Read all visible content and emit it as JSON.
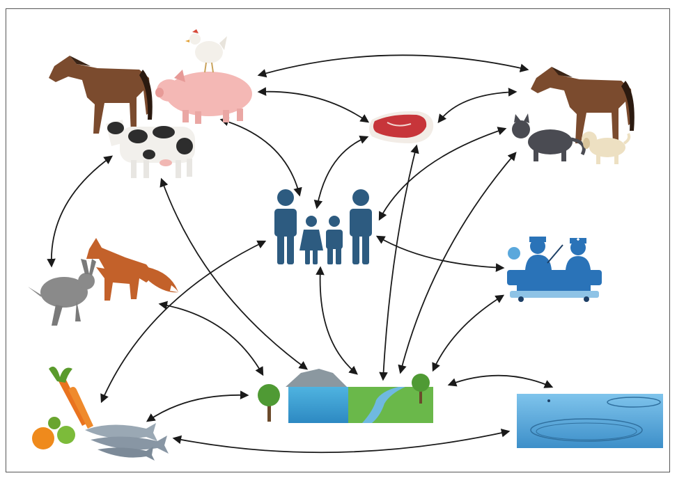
{
  "diagram": {
    "style": "one-health-interconnection",
    "arrow_color": "#1a1a1a",
    "nodes": [
      {
        "id": "livestock",
        "icon": "livestock-icon"
      },
      {
        "id": "meat",
        "icon": "meat-icon"
      },
      {
        "id": "companion-animals",
        "icon": "companion-animals-icon"
      },
      {
        "id": "wildlife",
        "icon": "wildlife-icon"
      },
      {
        "id": "humans",
        "icon": "human-family-icon"
      },
      {
        "id": "healthcare",
        "icon": "healthcare-icon"
      },
      {
        "id": "food",
        "icon": "food-icon"
      },
      {
        "id": "environment",
        "icon": "environment-icon"
      },
      {
        "id": "water",
        "icon": "water-icon"
      }
    ],
    "edges": [
      [
        "livestock",
        "companion-animals"
      ],
      [
        "livestock",
        "meat"
      ],
      [
        "companion-animals",
        "meat"
      ],
      [
        "livestock",
        "humans"
      ],
      [
        "meat",
        "humans"
      ],
      [
        "companion-animals",
        "humans"
      ],
      [
        "livestock",
        "wildlife"
      ],
      [
        "livestock",
        "environment"
      ],
      [
        "wildlife",
        "environment"
      ],
      [
        "humans",
        "food"
      ],
      [
        "humans",
        "healthcare"
      ],
      [
        "humans",
        "environment"
      ],
      [
        "meat",
        "environment"
      ],
      [
        "companion-animals",
        "environment"
      ],
      [
        "healthcare",
        "environment"
      ],
      [
        "food",
        "environment"
      ],
      [
        "environment",
        "water"
      ],
      [
        "food",
        "water"
      ]
    ]
  }
}
